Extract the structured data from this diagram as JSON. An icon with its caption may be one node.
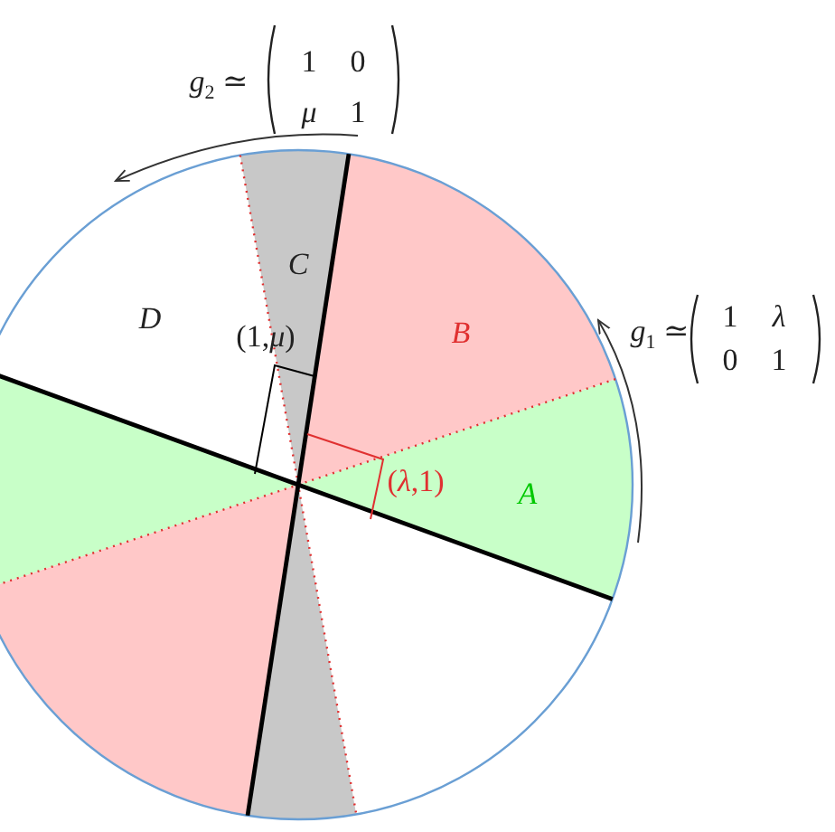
{
  "diagram": {
    "labels": [
      "*g*$_{2}$ ≃",
      "1",
      "0",
      "*μ*",
      "1",
      "C",
      "D",
      "(1,*μ*)",
      "B",
      "*g*$_{1}$ ≃",
      "1",
      "*λ*",
      "0",
      "1",
      "(*λ*,1)",
      "A"
    ]
  }
}
